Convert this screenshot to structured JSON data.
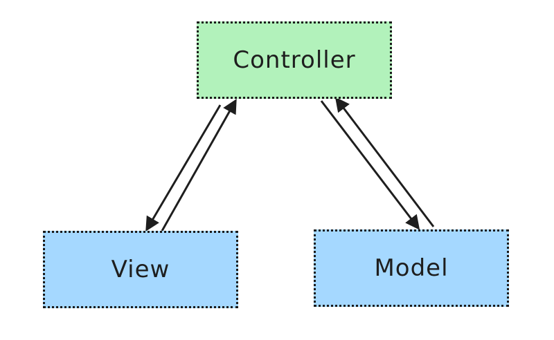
{
  "diagram": {
    "nodes": [
      {
        "id": "controller",
        "label": "Controller",
        "fill": "#b2f2bb"
      },
      {
        "id": "view",
        "label": "View",
        "fill": "#a5d8ff"
      },
      {
        "id": "model",
        "label": "Model",
        "fill": "#a5d8ff"
      }
    ],
    "edges": [
      {
        "from": "controller",
        "to": "view"
      },
      {
        "from": "view",
        "to": "controller"
      },
      {
        "from": "controller",
        "to": "model"
      },
      {
        "from": "model",
        "to": "controller"
      }
    ],
    "border_color": "#1a1a1a",
    "arrow_color": "#1e1e1e"
  }
}
